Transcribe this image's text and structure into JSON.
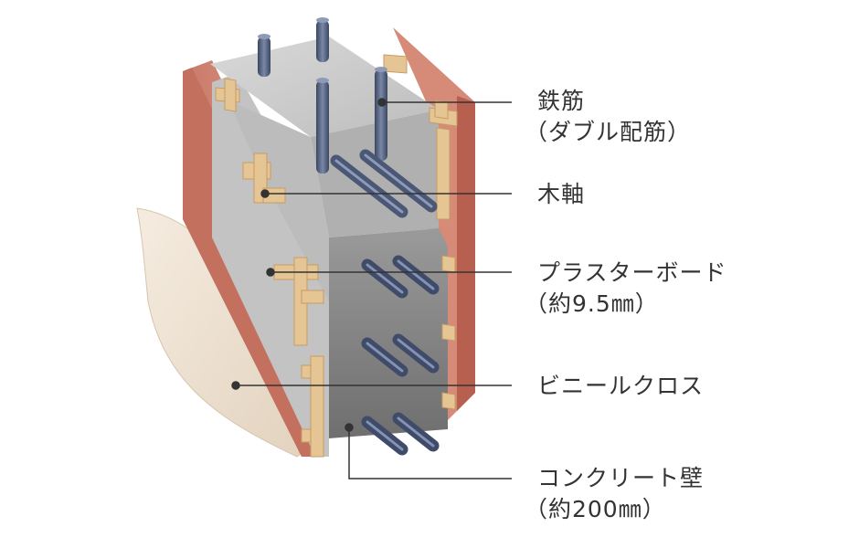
{
  "labels": {
    "rebar": {
      "line1": "鉄筋",
      "line2": "（ダブル配筋）"
    },
    "wood_frame": {
      "line1": "木軸"
    },
    "plasterboard": {
      "line1": "プラスターボード",
      "line2": "（約9.5㎜）"
    },
    "vinyl_cloth": {
      "line1": "ビニールクロス"
    },
    "concrete_wall": {
      "line1": "コンクリート壁",
      "line2": "（約200㎜）"
    }
  },
  "colors": {
    "concrete_top": "#c9c9c9",
    "concrete_front": "#8a8a8a",
    "concrete_side": "#b3b3b3",
    "plasterboard": "#b9b9b9",
    "wood": "#e8c89a",
    "wood_dark": "#c9a06a",
    "insulation_pink": "#d98c7c",
    "insulation_pink_dark": "#c46f60",
    "vinyl_cloth": "#efe4d6",
    "rebar": "#4f5d7a",
    "leader_line": "#333333"
  }
}
